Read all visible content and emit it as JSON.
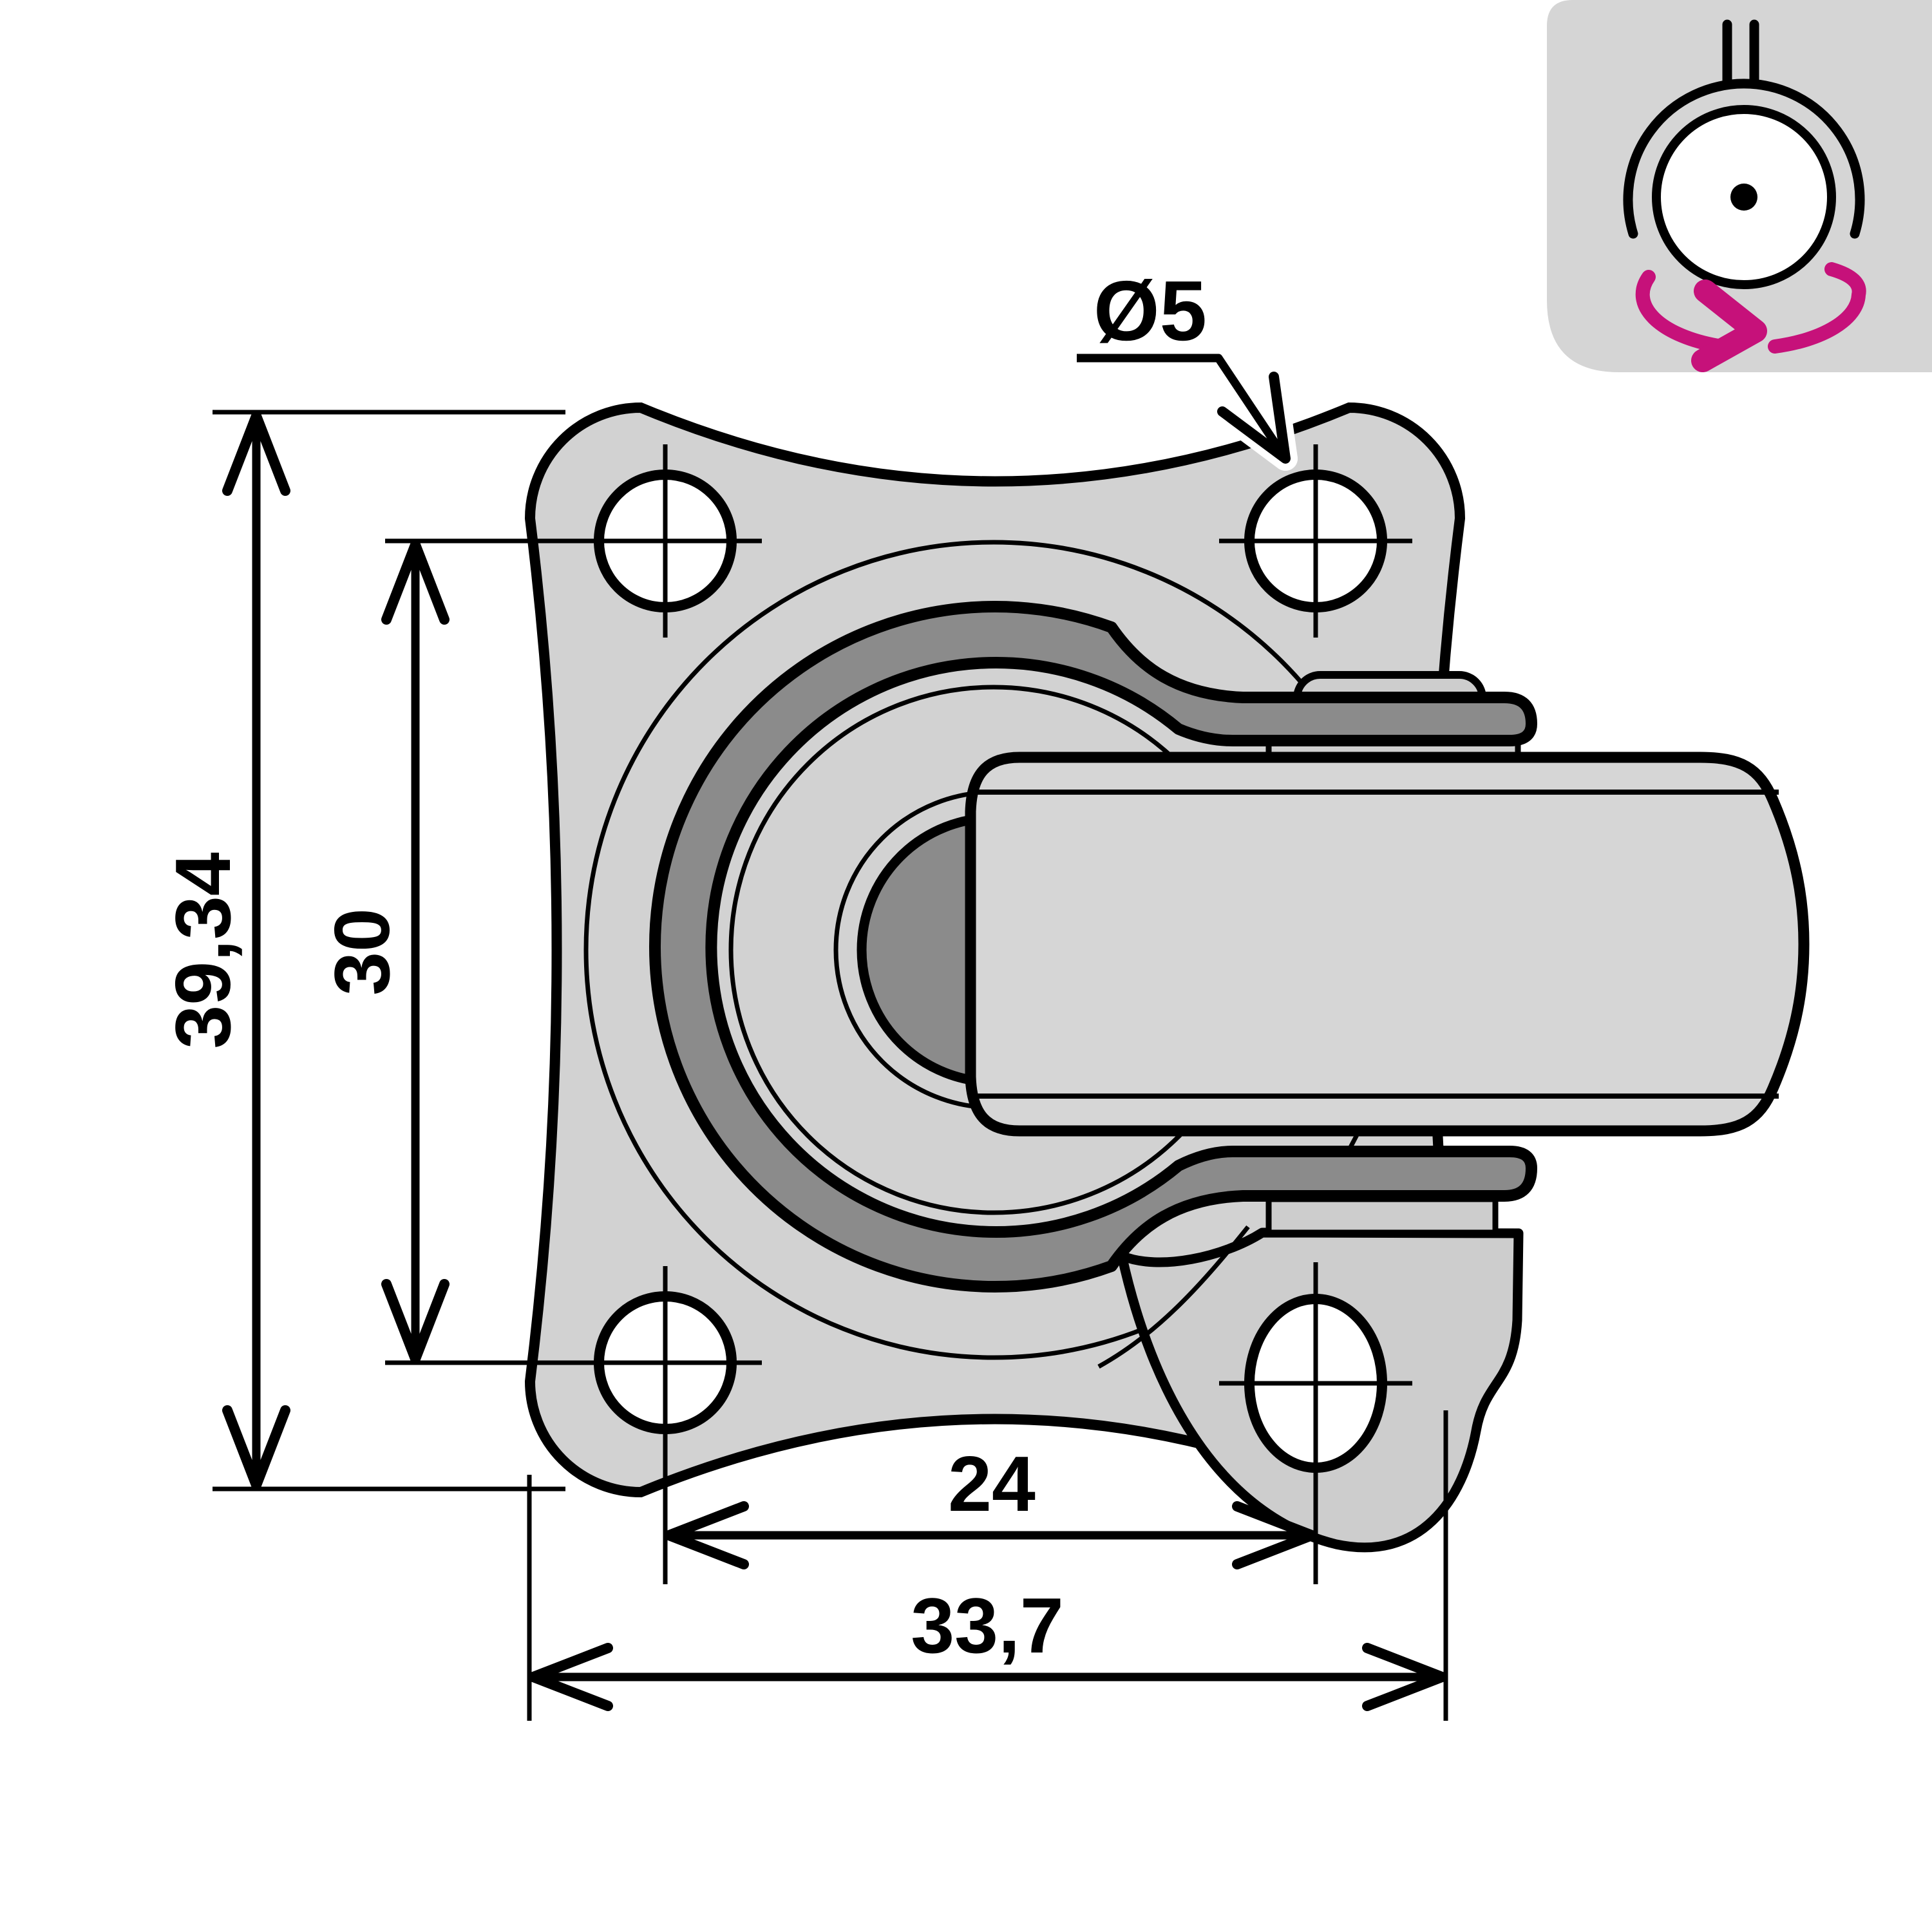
{
  "title": "Swivel caster mounting plate - dimensioned top view",
  "colors": {
    "bg": "#ffffff",
    "line": "#000000",
    "plate": "#d2d2d2",
    "wheel": "#d6d6d6",
    "part-light": "#cdcdcd",
    "part-dark": "#8b8b8b",
    "badge": "#d5d5d5",
    "accent": "#c6117a"
  },
  "dimensions": {
    "overall_height": "39,34",
    "hole_spacing_vertical": "30",
    "hole_spacing_horizontal": "24",
    "plate_width": "33,7",
    "hole_diameter": "Ø5"
  },
  "badge": {
    "icon": "swivel-caster-rotation-icon"
  }
}
